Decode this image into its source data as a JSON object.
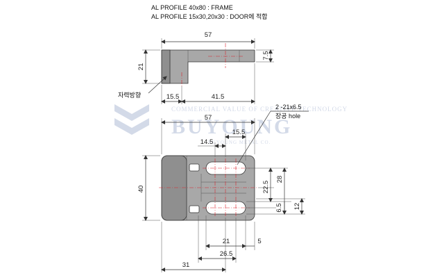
{
  "notes": {
    "line1": "AL PROFILE 40x80 : FRAME",
    "line2": "AL PROFILE 15x30,20x30 : DOOR에  적합"
  },
  "top_view": {
    "dim_width": "57",
    "dim_height": "21",
    "dim_thickness": "7.5",
    "dim_left": "15.5",
    "dim_right": "41.5",
    "magnet_label": "자력방향"
  },
  "front_view": {
    "dim_width": "57",
    "dim_slot_width": "15.5",
    "dim_slot_offset": "14.5",
    "dim_height": "40",
    "dim_22_5": "22.5",
    "dim_28": "28",
    "dim_6_5": "6.5",
    "dim_12": "12",
    "dim_21": "21",
    "dim_5": "5",
    "dim_26_5": "26.5",
    "dim_31": "31",
    "hole_spec": "2 -21x6.5",
    "hole_label": "장공  hole"
  },
  "watermark": {
    "line_top": "COMMERCIAL VALUE OF CREATIVE TECHNOLOGY",
    "brand": "BUYOUNG",
    "line_bottom": "BUYOUNG METAL CO."
  }
}
